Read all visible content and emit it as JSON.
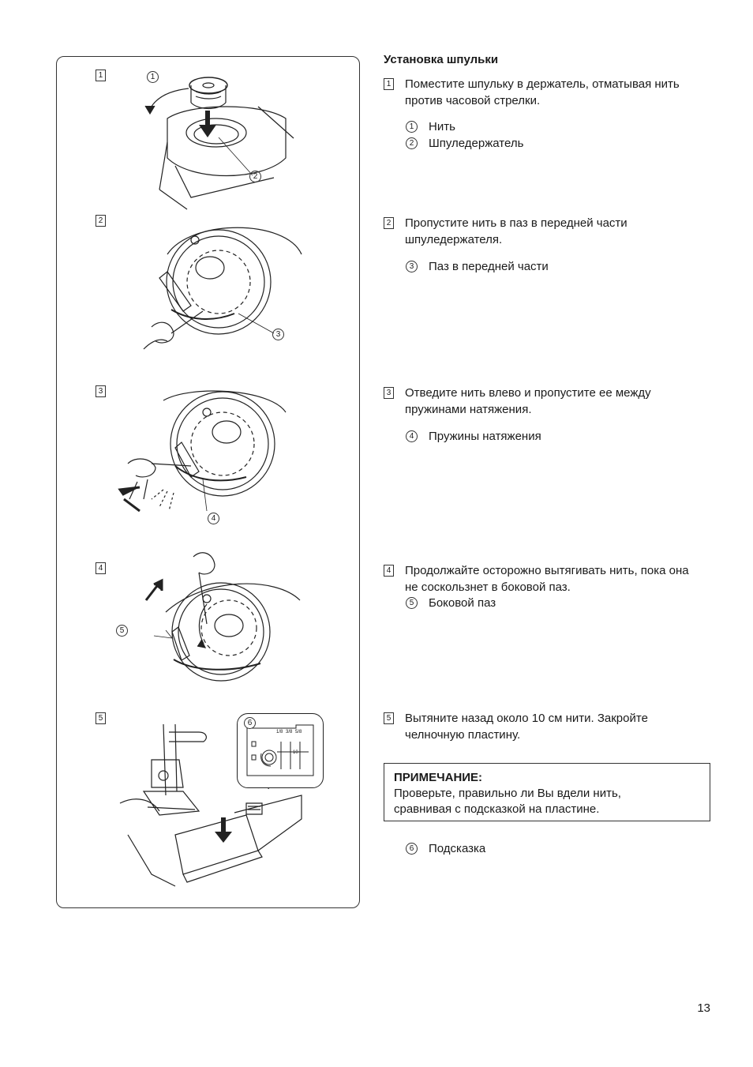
{
  "section_title": "Установка шпульки",
  "steps": [
    {
      "num": "1",
      "text": "Поместите шпульку в держатель, отматывая нить против часовой стрелки."
    },
    {
      "num": "2",
      "text": "Пропустите нить в паз в передней части шпуледержателя."
    },
    {
      "num": "3",
      "text": "Отведите нить влево и пропустите ее между пружинами натяжения."
    },
    {
      "num": "4",
      "text": "Продолжайте осторожно вытягивать нить, пока она не соскользнет в боковой паз."
    },
    {
      "num": "5",
      "text": "Вытяните назад около 10 см нити. Закройте челночную пластину."
    }
  ],
  "parts": [
    {
      "num": "1",
      "label": "Нить"
    },
    {
      "num": "2",
      "label": "Шпуледержатель"
    },
    {
      "num": "3",
      "label": "Паз в передней части"
    },
    {
      "num": "4",
      "label": "Пружины натяжения"
    },
    {
      "num": "5",
      "label": "Боковой паз"
    },
    {
      "num": "6",
      "label": "Подсказка"
    }
  ],
  "note": {
    "title": "ПРИМЕЧАНИЕ:",
    "text": "Проверьте, правильно ли Вы вдели нить, сравнивая с  подсказкой на пластине."
  },
  "guide_marks": [
    "1/8",
    "3/8",
    "5/8",
    "10"
  ],
  "page_number": "13"
}
